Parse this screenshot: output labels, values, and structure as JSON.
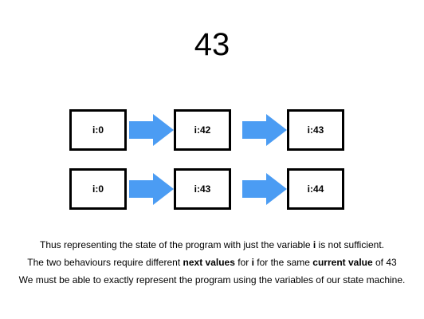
{
  "title": "43",
  "rows": [
    {
      "states": [
        "i:0",
        "i:42",
        "i:43"
      ]
    },
    {
      "states": [
        "i:0",
        "i:43",
        "i:44"
      ]
    }
  ],
  "arrow_color": "#4b9cf3",
  "captions": {
    "line1": {
      "pre": "Thus representing the state of the program with just the variable ",
      "var": "i",
      "post": " is not sufficient."
    },
    "line2": {
      "pre": "The two behaviours require different ",
      "bold1": "next values",
      "mid1": " for ",
      "var": "i",
      "mid2": " for the same ",
      "bold2": "current value",
      "post": " of 43"
    },
    "line3": {
      "text": "We must be able to exactly represent the program using the variables of our state machine."
    }
  }
}
